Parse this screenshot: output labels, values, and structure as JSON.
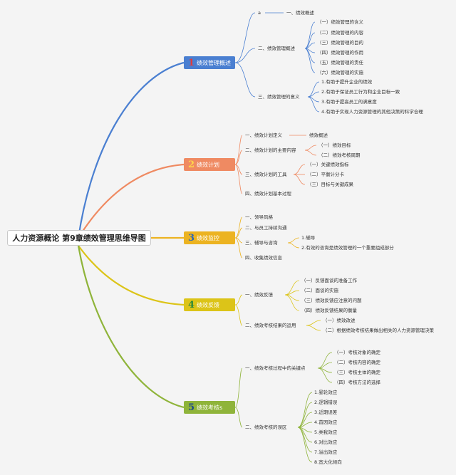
{
  "root": "人力资源概论 第9章绩效管理思维导图",
  "colors": {
    "b1": "#4a7fd1",
    "b2": "#ef8a62",
    "b3": "#ecb321",
    "b4": "#dcc418",
    "b5": "#8fb43a"
  },
  "branches": [
    {
      "num": "1",
      "label": "绩效管理概述"
    },
    {
      "num": "2",
      "label": "绩效计划"
    },
    {
      "num": "3",
      "label": "绩效监控"
    },
    {
      "num": "4",
      "label": "绩效反馈"
    },
    {
      "num": "5",
      "label": "绩效考核s"
    }
  ],
  "b1": {
    "c1": "a",
    "c1a": "一、绩效概述",
    "c2": "二、绩效管理概述",
    "c2items": [
      "（一）绩效管理的含义",
      "（二）绩效管理的内容",
      "（三）绩效管理的目的",
      "（四）绩效管理的作用",
      "（五）绩效管理的责任",
      "（六）绩效管理的实施"
    ],
    "c3": "三、绩效管理的意义",
    "c3items": [
      "1.有助于提升企业的绩效",
      "2.有助于保证员工行为和企业目标一致",
      "3.有助于提高员工的满意度",
      "4.有助于实现人力资源管理的其他决策的科学合理"
    ]
  },
  "b2": {
    "c1": "一、绩效计划定义",
    "c1a": "绩效概述",
    "c2": "二、绩效计划的主要内容",
    "c2items": [
      "（一）绩效目标",
      "（二）绩效考核周期"
    ],
    "c3": "三、绩效计划的工具",
    "c3items": [
      "（一）关键绩效指标",
      "（二）平衡计分卡",
      "（三）目标与关键成果"
    ],
    "c4": "四、绩效计划基本过程"
  },
  "b3": {
    "c1": "一、领导风格",
    "c2": "二、与员工持续沟通",
    "c3": "三、辅导与咨询",
    "c3items": [
      "1.辅导",
      "2.有效的咨询是绩效管理的一个重要组成部分"
    ],
    "c4": "四、收集绩效信息"
  },
  "b4": {
    "c1": "一、绩效反馈",
    "c1items": [
      "（一）反馈面谈的准备工作",
      "（二）面谈的实施",
      "（三）绩效反馈应注意的问题",
      "（四）绩效反馈结果的衡量"
    ],
    "c2": "二、绩效考核结果的运用",
    "c2items": [
      "（一）绩效改进",
      "（二）根据绩效考核结果做出相关的人力资源管理决策"
    ]
  },
  "b5": {
    "c1": "一、绩效考核过程中的关键点",
    "c1items": [
      "（一）考核对象的确定",
      "（二）考核内容的确定",
      "（三）考核主体的确定",
      "（四）考核方法的选择"
    ],
    "c2": "二、绩效考核的误区",
    "c2items": [
      "1.晕轮效应",
      "2.逻辑错误",
      "3.近期误差",
      "4.首因效应",
      "5.类我效应",
      "6.对比效应",
      "7.溢出效应",
      "8.宽大化倾向"
    ]
  }
}
